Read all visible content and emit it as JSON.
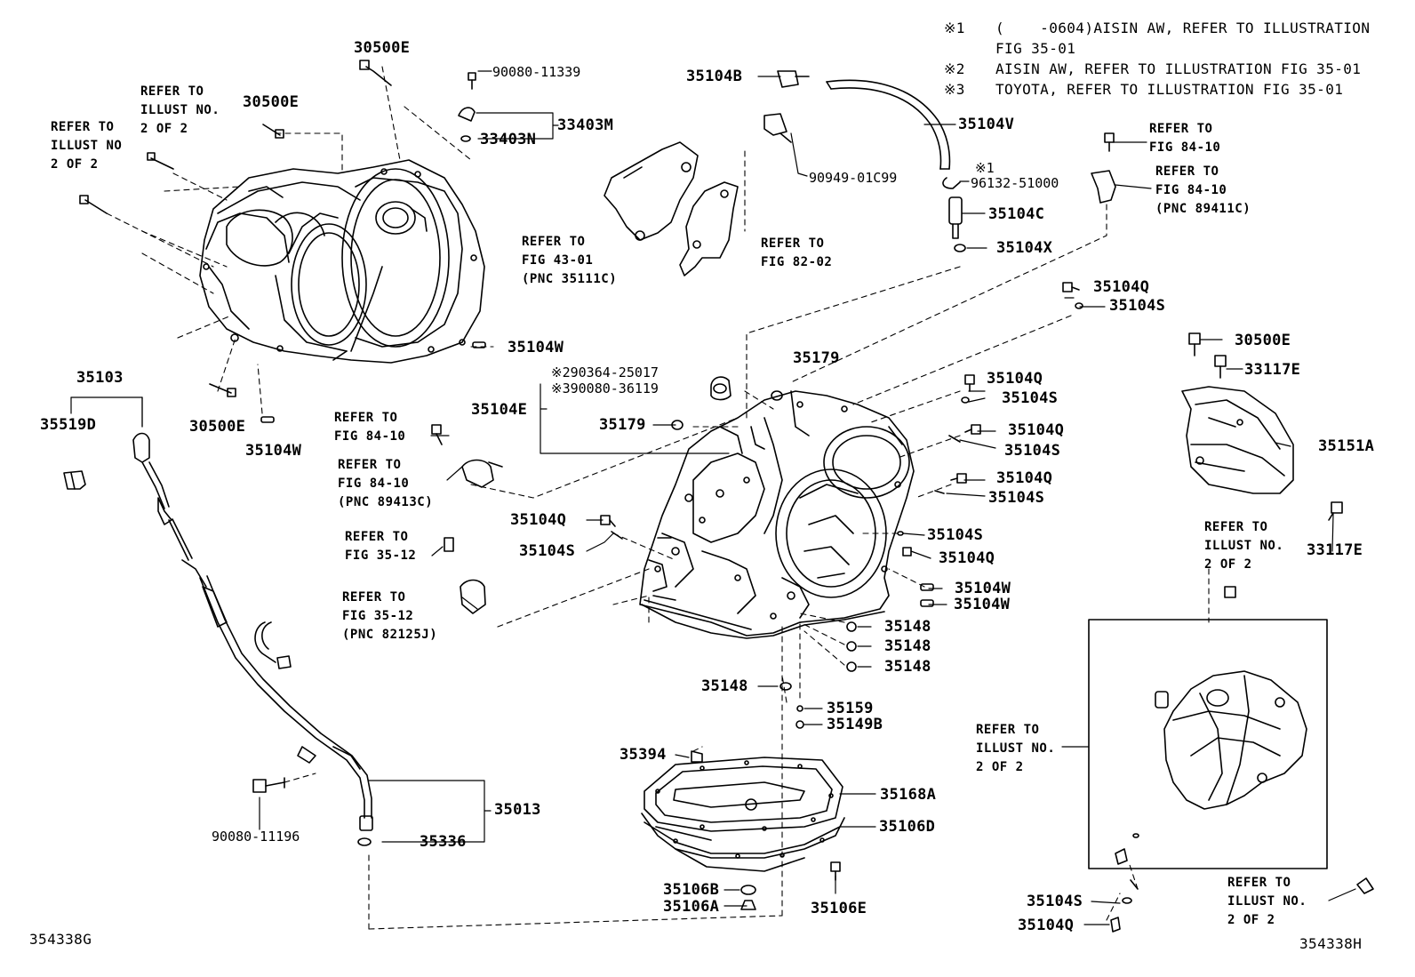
{
  "notes": {
    "n1_mark": "※1",
    "n1_text": "(    -0604)AISIN AW, REFER TO ILLUSTRATION",
    "n1_text2": "FIG 35-01",
    "n2_mark": "※2",
    "n2_text": "AISIN AW, REFER TO ILLUSTRATION FIG 35-01",
    "n3_mark": "※3",
    "n3_text": "TOYOTA, REFER TO ILLUSTRATION FIG 35-01"
  },
  "parts": {
    "p30500E_a": "30500E",
    "p90080_11339": "90080-11339",
    "p33403M": "33403M",
    "p33403N": "33403N",
    "p30500E_b": "30500E",
    "p35104B": "35104B",
    "p35104V": "35104V",
    "p90949_01C99": "90949-01C99",
    "p96132_51000": "96132-51000",
    "p96132_mark": "※1",
    "p35104C": "35104C",
    "p35104X": "35104X",
    "p35104W_a": "35104W",
    "p35103": "35103",
    "p35519D": "35519D",
    "p30500E_c": "30500E",
    "p35104W_b": "35104W",
    "p35104Q_a": "35104Q",
    "p35104S_a": "35104S",
    "p35179_a": "35179",
    "p90364_25017": "※290364-25017",
    "p90080_36119": "※390080-36119",
    "p35104E": "35104E",
    "p35179_b": "35179",
    "p35104Q_b": "35104Q",
    "p35104S_b": "35104S",
    "p35104Q_c": "35104Q",
    "p35104S_c": "35104S",
    "p35104Q_d": "35104Q",
    "p35104S_d": "35104S",
    "p35104Q_e": "35104Q",
    "p35104S_e": "35104S",
    "p35104S_f": "35104S",
    "p35104Q_f": "35104Q",
    "p35104W_c": "35104W",
    "p35104W_d": "35104W",
    "p35148_a": "35148",
    "p35148_b": "35148",
    "p35148_c": "35148",
    "p35148_d": "35148",
    "p35159": "35159",
    "p35149B": "35149B",
    "p35394": "35394",
    "p35168A": "35168A",
    "p35106D": "35106D",
    "p35013": "35013",
    "p35336": "35336",
    "p90080_11196": "90080-11196",
    "p35106B": "35106B",
    "p35106A": "35106A",
    "p35106E": "35106E",
    "p30500E_d": "30500E",
    "p33117E_a": "33117E",
    "p35151A": "35151A",
    "p33117E_b": "33117E",
    "p35104S_g": "35104S",
    "p35104Q_g": "35104Q"
  },
  "refs": {
    "r_illust_2of2_a": "REFER TO\nILLUST NO.\n2 OF 2",
    "r_illust_2of2_b": "REFER TO\nILLUST NO\n2 OF 2",
    "r_fig4301": "REFER TO\nFIG 43-01\n(PNC 35111C)",
    "r_fig8202": "REFER TO\nFIG 82-02",
    "r_fig8410_a": "REFER TO\nFIG 84-10",
    "r_fig8410_b": "REFER TO\nFIG 84-10\n(PNC 89411C)",
    "r_fig8410_c": "REFER TO\nFIG 84-10",
    "r_fig8410_d": "REFER TO\nFIG 84-10\n(PNC 89413C)",
    "r_fig3512_a": "REFER TO\nFIG 35-12",
    "r_fig3512_b": "REFER TO\nFIG 35-12\n(PNC 82125J)",
    "r_illust_2of2_c": "REFER TO\nILLUST NO.\n2 OF 2",
    "r_illust_2of2_d": "REFER TO\nILLUST NO.\n2 OF 2",
    "r_illust_2of2_e": "REFER TO\nILLUST NO.\n2 OF 2"
  },
  "codes": {
    "left": "354338G",
    "right": "354338H"
  }
}
